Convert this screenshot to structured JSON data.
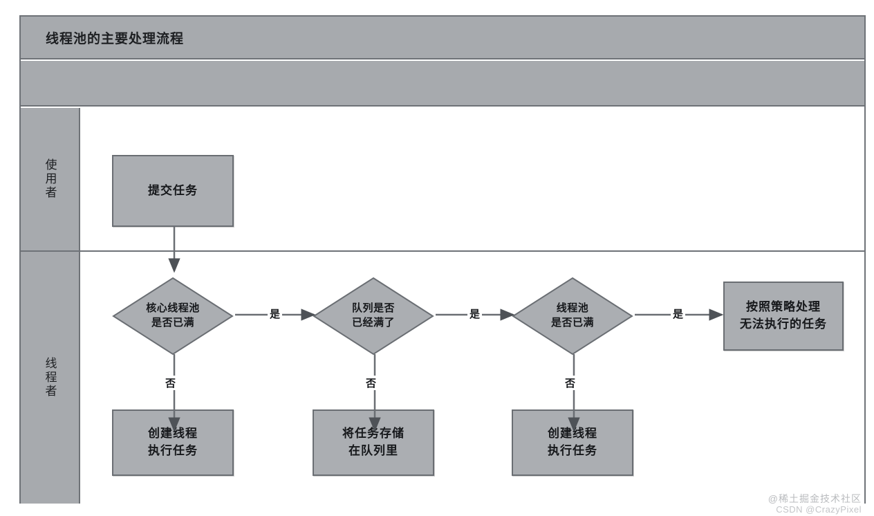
{
  "diagram": {
    "title": "线程池的主要处理流程",
    "type": "swimlane-flowchart",
    "lanes": [
      {
        "id": "user",
        "label": "使用者"
      },
      {
        "id": "thread",
        "label": "线程者"
      }
    ],
    "nodes": [
      {
        "id": "submit",
        "lane": "user",
        "shape": "process",
        "text": "提交任务"
      },
      {
        "id": "core-full",
        "lane": "thread",
        "shape": "decision",
        "text": "核心线程池\n是否已满"
      },
      {
        "id": "queue-full",
        "lane": "thread",
        "shape": "decision",
        "text": "队列是否\n已经满了"
      },
      {
        "id": "pool-full",
        "lane": "thread",
        "shape": "decision",
        "text": "线程池\n是否已满"
      },
      {
        "id": "reject",
        "lane": "thread",
        "shape": "process",
        "text": "按照策略处理\n无法执行的任务"
      },
      {
        "id": "create-run-1",
        "lane": "thread",
        "shape": "process",
        "text": "创建线程\n执行任务"
      },
      {
        "id": "store-queue",
        "lane": "thread",
        "shape": "process",
        "text": "将任务存储\n在队列里"
      },
      {
        "id": "create-run-2",
        "lane": "thread",
        "shape": "process",
        "text": "创建线程\n执行任务"
      }
    ],
    "edges": [
      {
        "from": "submit",
        "to": "core-full",
        "label": ""
      },
      {
        "from": "core-full",
        "to": "queue-full",
        "label": "是"
      },
      {
        "from": "queue-full",
        "to": "pool-full",
        "label": "是"
      },
      {
        "from": "pool-full",
        "to": "reject",
        "label": "是"
      },
      {
        "from": "core-full",
        "to": "create-run-1",
        "label": "否"
      },
      {
        "from": "queue-full",
        "to": "store-queue",
        "label": "否"
      },
      {
        "from": "pool-full",
        "to": "create-run-2",
        "label": "否"
      }
    ],
    "edge_labels": {
      "yes": "是",
      "no": "否"
    }
  },
  "colors": {
    "node_fill": "#abaeb2",
    "node_border": "#6a6e73",
    "lane_header_fill": "#a7aaae",
    "frame_border": "#6e7277",
    "canvas": "#ffffff",
    "connector": "#6a6e73",
    "text": "#16181b"
  },
  "watermark": {
    "line1": "@稀土掘金技术社区",
    "line2": "CSDN @CrazyPixel"
  }
}
